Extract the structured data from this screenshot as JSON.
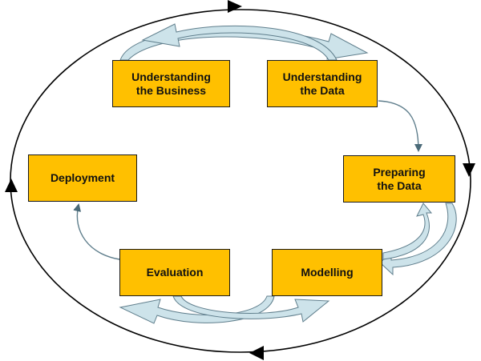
{
  "diagram": {
    "colors": {
      "box_fill": "#ffc000",
      "box_border": "#1a1a1a",
      "cycle_line": "#000000",
      "flow_arrow_fill": "#cde3ea",
      "flow_arrow_stroke": "#5f7e8c"
    },
    "boxes": {
      "understanding_business": "Understanding\nthe Business",
      "understanding_data": "Understanding\nthe Data",
      "preparing_data": "Preparing\nthe Data",
      "deployment": "Deployment",
      "evaluation": "Evaluation",
      "modelling": "Modelling"
    },
    "flow": [
      {
        "from": "understanding_business",
        "to": "understanding_data",
        "bidirectional": true
      },
      {
        "from": "understanding_data",
        "to": "preparing_data",
        "bidirectional": false
      },
      {
        "from": "preparing_data",
        "to": "modelling",
        "bidirectional": true
      },
      {
        "from": "modelling",
        "to": "evaluation",
        "bidirectional": true
      },
      {
        "from": "evaluation",
        "to": "deployment",
        "bidirectional": false
      }
    ],
    "outer_cycle": {
      "direction": "clockwise",
      "arrowheads": 4
    }
  }
}
